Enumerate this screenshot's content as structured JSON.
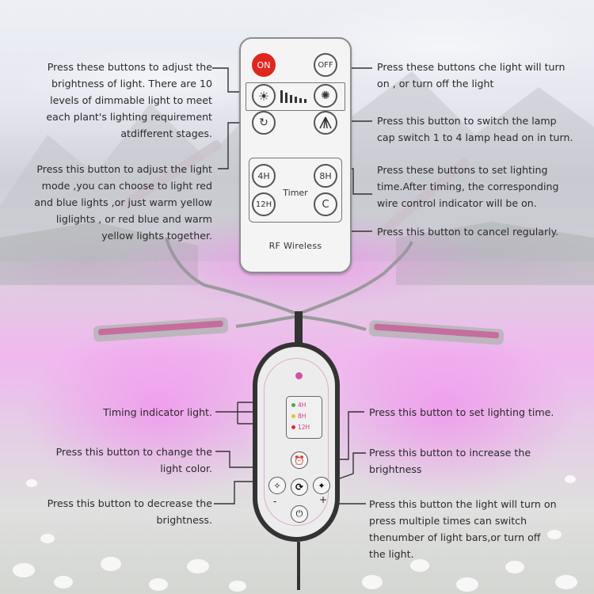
{
  "remote": {
    "on_label": "ON",
    "off_label": "OFF",
    "t4_label": "4H",
    "t8_label": "8H",
    "t12_label": "12H",
    "cancel_label": "C",
    "timer_label": "Timer",
    "brand_label": "RF Wireless"
  },
  "controller": {
    "indicators": [
      "4H",
      "8H",
      "12H"
    ],
    "indicator_colors": [
      "#4aa84a",
      "#e8c21a",
      "#d4303a"
    ],
    "minus_label": "-",
    "plus_label": "+"
  },
  "annotations": {
    "left": [
      "Press these buttons to adjust the brightness of light. There are 10 levels of dimmable light to meet each plant's lighting requirement atdifferent stages.",
      "Press this button to adjust the light mode ,you can choose to light red and blue lights ,or just warm yellow liglights , or red blue and warm yellow lights together.",
      "Timing indicator light.",
      "Press this button to change the light color.",
      "Press this button to decrease the brightness."
    ],
    "right": [
      "Press these buttons che light will turn on , or turn off the light",
      "Press this button to switch the lamp cap switch 1 to 4 lamp head on in turn.",
      "Press these buttons to set lighting time.After timing, the corresponding wire control indicator will be on.",
      "Press this button to cancel regularly.",
      "Press this button to set lighting time.",
      "Press this button to increase the brightness",
      "Press this button the light will turn on press multiple times can switch thenumber of light bars,or turn off the light."
    ]
  },
  "colors": {
    "on_button": "#e0271f",
    "ring_accent": "#e0a9cf",
    "light_bar": "#c9508f"
  }
}
